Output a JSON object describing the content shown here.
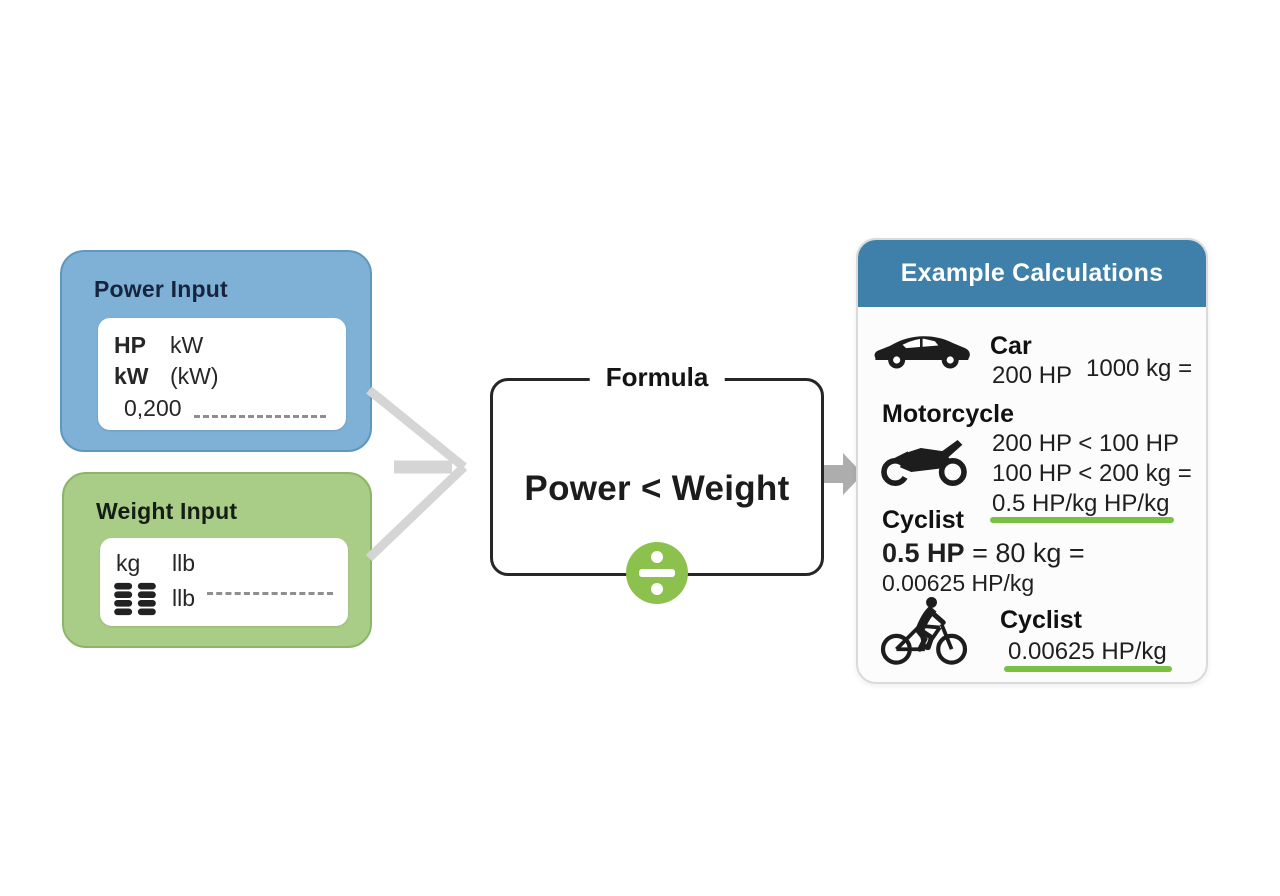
{
  "colors": {
    "power_card_bg": "#7EB1D5",
    "weight_card_bg": "#A9CD87",
    "header_blue": "#3E80AA",
    "accent_green": "#79C143",
    "divide_badge_green": "#8CC14E",
    "arrow_gray": "#ADADAD",
    "chevron_gray": "#D5D5D5"
  },
  "power_input": {
    "title": "Power Input",
    "row1": {
      "bold": "HP",
      "rest": "kW"
    },
    "row2": {
      "bold": "kW",
      "rest": "(kW)"
    },
    "value": "0,200"
  },
  "weight_input": {
    "title": "Weight Input",
    "row1": {
      "a": "kg",
      "b": "llb"
    },
    "row2": {
      "b": "llb"
    }
  },
  "formula": {
    "label": "Formula",
    "expression": "Power < Weight"
  },
  "examples": {
    "title": "Example Calculations",
    "car": {
      "name": "Car",
      "power": "200 HP",
      "weight": "1000 kg ="
    },
    "motorcycle": {
      "name": "Motorcycle",
      "line1": "200 HP < 100 HP",
      "line2": "100 HP < 200 kg =",
      "line3": "0.5 HP/kg HP/kg"
    },
    "cyclist_calc": {
      "name": "Cyclist",
      "bold": "0.5 HP",
      "rest": "= 80 kg =",
      "result": "0.00625 HP/kg"
    },
    "cyclist": {
      "name": "Cyclist",
      "result": "0.00625 HP/kg"
    }
  }
}
